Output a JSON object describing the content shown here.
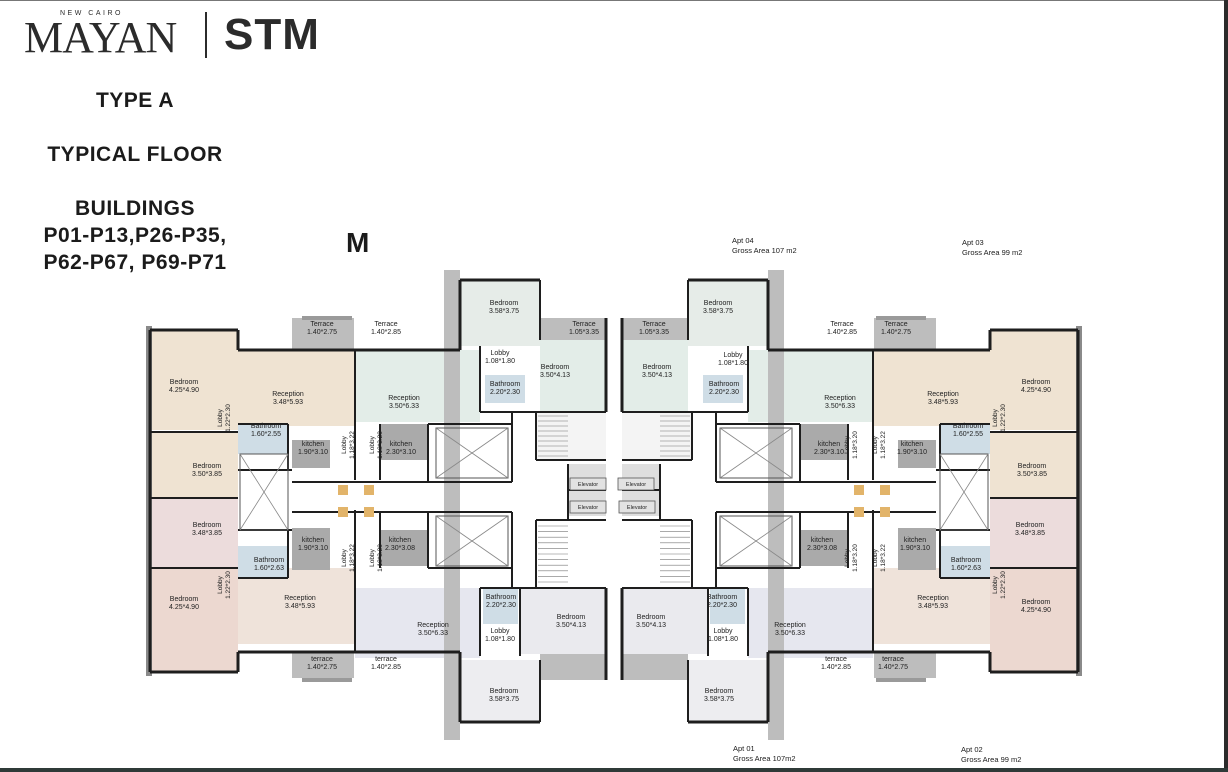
{
  "header": {
    "logo_sub": "NEW CAIRO",
    "logo_main": "MAYAN",
    "logo_partner": "STM"
  },
  "heading": {
    "type": "TYPE A",
    "floor": "TYPICAL FLOOR",
    "buildings_label": "BUILDINGS",
    "buildings_line1": "P01-P13,P26-P35,",
    "buildings_line2": "P62-P67, P69-P71",
    "mark": "M"
  },
  "apartments": [
    {
      "name": "Apt 04",
      "area": "Gross Area  107 m2"
    },
    {
      "name": "Apt 03",
      "area": "Gross Area  99 m2"
    },
    {
      "name": "Apt 01",
      "area": "Gross Area  107m2"
    },
    {
      "name": "Apt 02",
      "area": "Gross Area 99 m2"
    }
  ],
  "rooms": [
    {
      "n": "Terrace",
      "d": "1.40*2.75"
    },
    {
      "n": "Terrace",
      "d": "1.40*2.85"
    },
    {
      "n": "Bedroom",
      "d": "3.58*3.75"
    },
    {
      "n": "Terrace",
      "d": "1.05*3.35"
    },
    {
      "n": "Terrace",
      "d": "1.05*3.35"
    },
    {
      "n": "Bedroom",
      "d": "3.58*3.75"
    },
    {
      "n": "Terrace",
      "d": "1.40*2.85"
    },
    {
      "n": "Terrace",
      "d": "1.40*2.75"
    },
    {
      "n": "Bedroom",
      "d": "4.25*4.90"
    },
    {
      "n": "Reception",
      "d": "3.48*5.93"
    },
    {
      "n": "Reception",
      "d": "3.50*6.33"
    },
    {
      "n": "Lobby",
      "d": "1.08*1.80"
    },
    {
      "n": "Bedroom",
      "d": "3.50*4.13"
    },
    {
      "n": "Bathroom",
      "d": "2.20*2.30"
    },
    {
      "n": "Bedroom",
      "d": "3.50*4.13"
    },
    {
      "n": "Lobby",
      "d": "1.08*1.80"
    },
    {
      "n": "Bathroom",
      "d": "2.20*2.30"
    },
    {
      "n": "Reception",
      "d": "3.50*6.33"
    },
    {
      "n": "Reception",
      "d": "3.48*5.93"
    },
    {
      "n": "Bedroom",
      "d": "4.25*4.90"
    },
    {
      "n": "Bathroom",
      "d": "1.60*2.55"
    },
    {
      "n": "kitchen",
      "d": "1.90*3.10"
    },
    {
      "n": "kitchen",
      "d": "2.30*3.10"
    },
    {
      "n": "kitchen",
      "d": "2.30*3.10"
    },
    {
      "n": "kitchen",
      "d": "1.90*3.10"
    },
    {
      "n": "Bathroom",
      "d": "1.60*2.55"
    },
    {
      "n": "Bedroom",
      "d": "3.50*3.85"
    },
    {
      "n": "Bedroom",
      "d": "3.50*3.85"
    },
    {
      "n": "Bedroom",
      "d": "3.48*3.85"
    },
    {
      "n": "kitchen",
      "d": "1.90*3.10"
    },
    {
      "n": "kitchen",
      "d": "2.30*3.08"
    },
    {
      "n": "kitchen",
      "d": "2.30*3.08"
    },
    {
      "n": "kitchen",
      "d": "1.90*3.10"
    },
    {
      "n": "Bedroom",
      "d": "3.48*3.85"
    },
    {
      "n": "Bathroom",
      "d": "1.60*2.63"
    },
    {
      "n": "Bathroom",
      "d": "1.60*2.63"
    },
    {
      "n": "Bedroom",
      "d": "4.25*4.90"
    },
    {
      "n": "Reception",
      "d": "3.48*5.93"
    },
    {
      "n": "Bathroom",
      "d": "2.20*2.30"
    },
    {
      "n": "Reception",
      "d": "3.50*6.33"
    },
    {
      "n": "Lobby",
      "d": "1.08*1.80"
    },
    {
      "n": "Bedroom",
      "d": "3.50*4.13"
    },
    {
      "n": "Bedroom",
      "d": "3.50*4.13"
    },
    {
      "n": "Lobby",
      "d": "1.08*1.80"
    },
    {
      "n": "Bathroom",
      "d": "2.20*2.30"
    },
    {
      "n": "Reception",
      "d": "3.50*6.33"
    },
    {
      "n": "Reception",
      "d": "3.48*5.93"
    },
    {
      "n": "Bedroom",
      "d": "4.25*4.90"
    },
    {
      "n": "terrace",
      "d": "1.40*2.75"
    },
    {
      "n": "terrace",
      "d": "1.40*2.85"
    },
    {
      "n": "Bedroom",
      "d": "3.58*3.75"
    },
    {
      "n": "Bedroom",
      "d": "3.58*3.75"
    },
    {
      "n": "terrace",
      "d": "1.40*2.85"
    },
    {
      "n": "terrace",
      "d": "1.40*2.75"
    }
  ],
  "vertical_rooms": [
    {
      "n": "Lobby",
      "d": "1.22*2.30"
    },
    {
      "n": "Lobby",
      "d": "1.18*3.22"
    },
    {
      "n": "Lobby",
      "d": "1.18*3.20"
    },
    {
      "n": "Lobby",
      "d": "1.18*3.20"
    },
    {
      "n": "Lobby",
      "d": "1.18*3.22"
    },
    {
      "n": "Lobby",
      "d": "1.22*2.30"
    },
    {
      "n": "Lobby",
      "d": "1.22*2.30"
    },
    {
      "n": "Lobby",
      "d": "1.18*3.22"
    },
    {
      "n": "Lobby",
      "d": "1.18*3.20"
    },
    {
      "n": "Lobby",
      "d": "1.18*3.20"
    },
    {
      "n": "Lobby",
      "d": "1.18*3.22"
    },
    {
      "n": "Lobby",
      "d": "1.22*2.30"
    }
  ],
  "elevators": [
    "Elevator",
    "Elevator",
    "Elevator",
    "Elevator"
  ],
  "colors": {
    "bedroom_beige": "#efe3d2",
    "bedroom_pink": "#ecdcdc",
    "reception_green": "#e3ede8",
    "reception_lavender": "#e6e7ef",
    "bathroom_blue": "#cfdde6",
    "kitchen_grey": "#aaaaaa",
    "terrace_grey": "#bdbdbd",
    "wall": "#1e1e1e",
    "arrow": "#e2b46a"
  }
}
